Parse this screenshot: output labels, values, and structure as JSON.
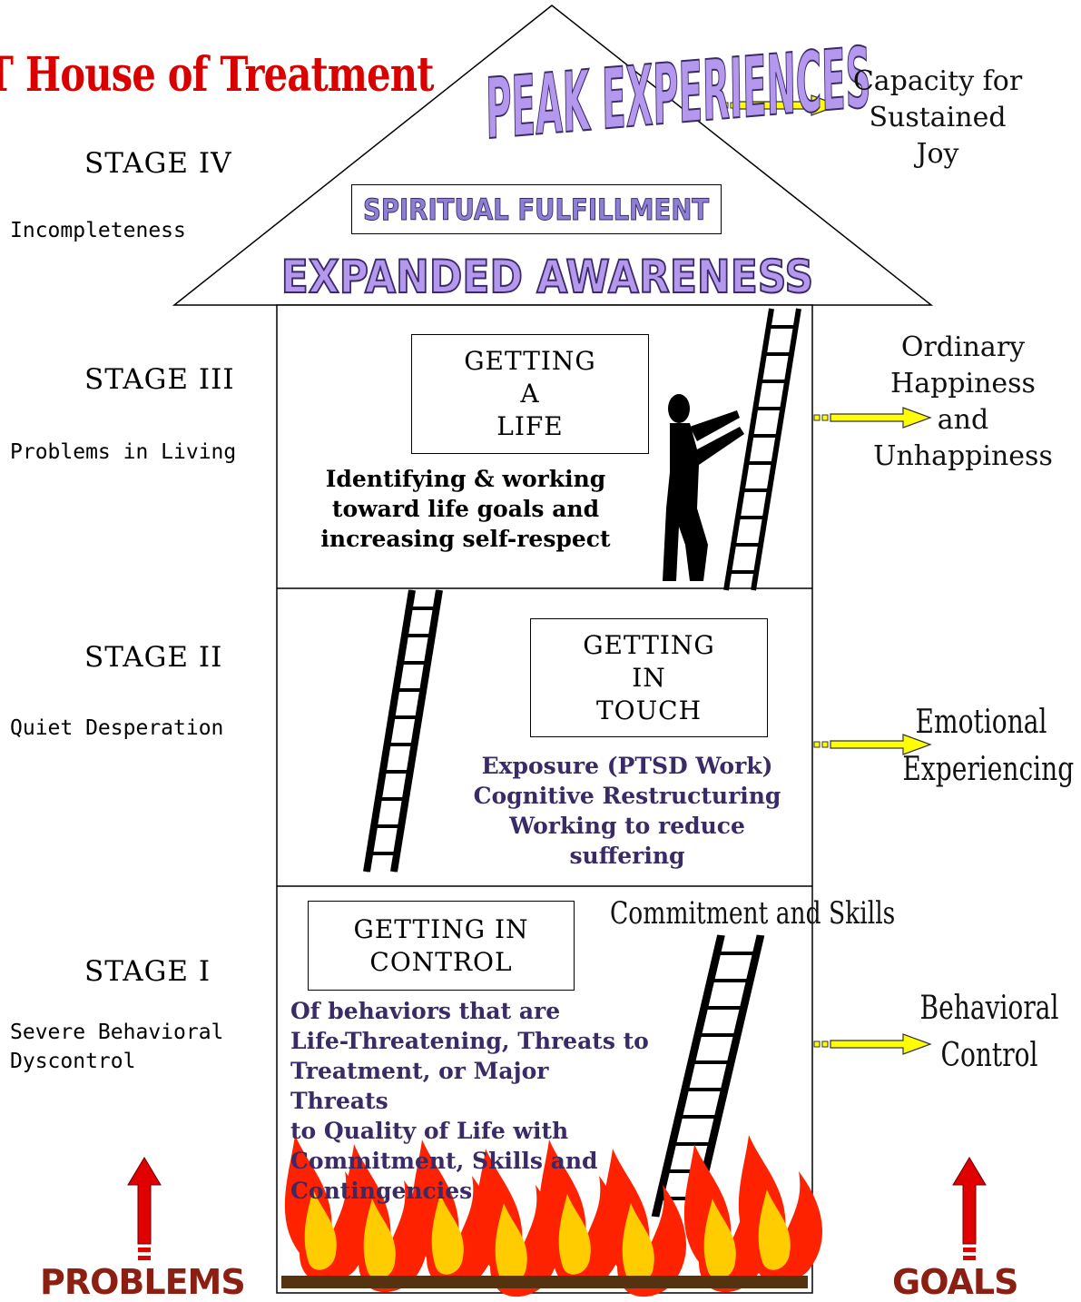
{
  "title": "T House of Treatment",
  "roof": {
    "peak": "PEAK EXPERIENCES",
    "spiritual": "SPIRITUAL FULFILLMENT",
    "expanded": "EXPANDED AWARENESS"
  },
  "stages": [
    {
      "label": "STAGE IV",
      "desc": "Incompleteness"
    },
    {
      "label": "STAGE III",
      "desc": "Problems in Living"
    },
    {
      "label": "STAGE II",
      "desc": "Quiet Desperation"
    },
    {
      "label": "STAGE I",
      "desc": "Severe Behavioral\nDyscontrol"
    }
  ],
  "floors": {
    "stage3": {
      "box": "GETTING\nA\nLIFE",
      "text": "Identifying & working\ntoward life goals and\nincreasing self-respect"
    },
    "stage2": {
      "box": "GETTING\nIN\nTOUCH",
      "text": "Exposure (PTSD Work)\nCognitive Restructuring\nWorking to reduce suffering"
    },
    "stage1": {
      "box": "GETTING IN\nCONTROL",
      "text": "Of behaviors that are\nLife-Threatening, Threats to\nTreatment, or Major Threats\nto Quality of Life with\nCommitment, Skills and\nContingencies",
      "ladder_label": "Commitment and Skills"
    }
  },
  "outcomes": [
    "Capacity for\nSustained\nJoy",
    "Ordinary\nHappiness\nand\nUnhappiness",
    "Emotional\nExperiencing",
    "Behavioral\nControl"
  ],
  "bottom": {
    "left": "PROBLEMS",
    "right": "GOALS"
  },
  "colors": {
    "title": "#d90000",
    "purple_fill": "#b498ee",
    "purple_outline": "#3a2a66",
    "arrow_yellow": "#ffff00",
    "red_arrow": "#e00000",
    "bottom_label": "#8a1f12"
  },
  "icons": [
    "ladder-icon",
    "climbing-person-icon",
    "fire-icon",
    "yellow-arrow-icon",
    "red-up-arrow-icon"
  ]
}
